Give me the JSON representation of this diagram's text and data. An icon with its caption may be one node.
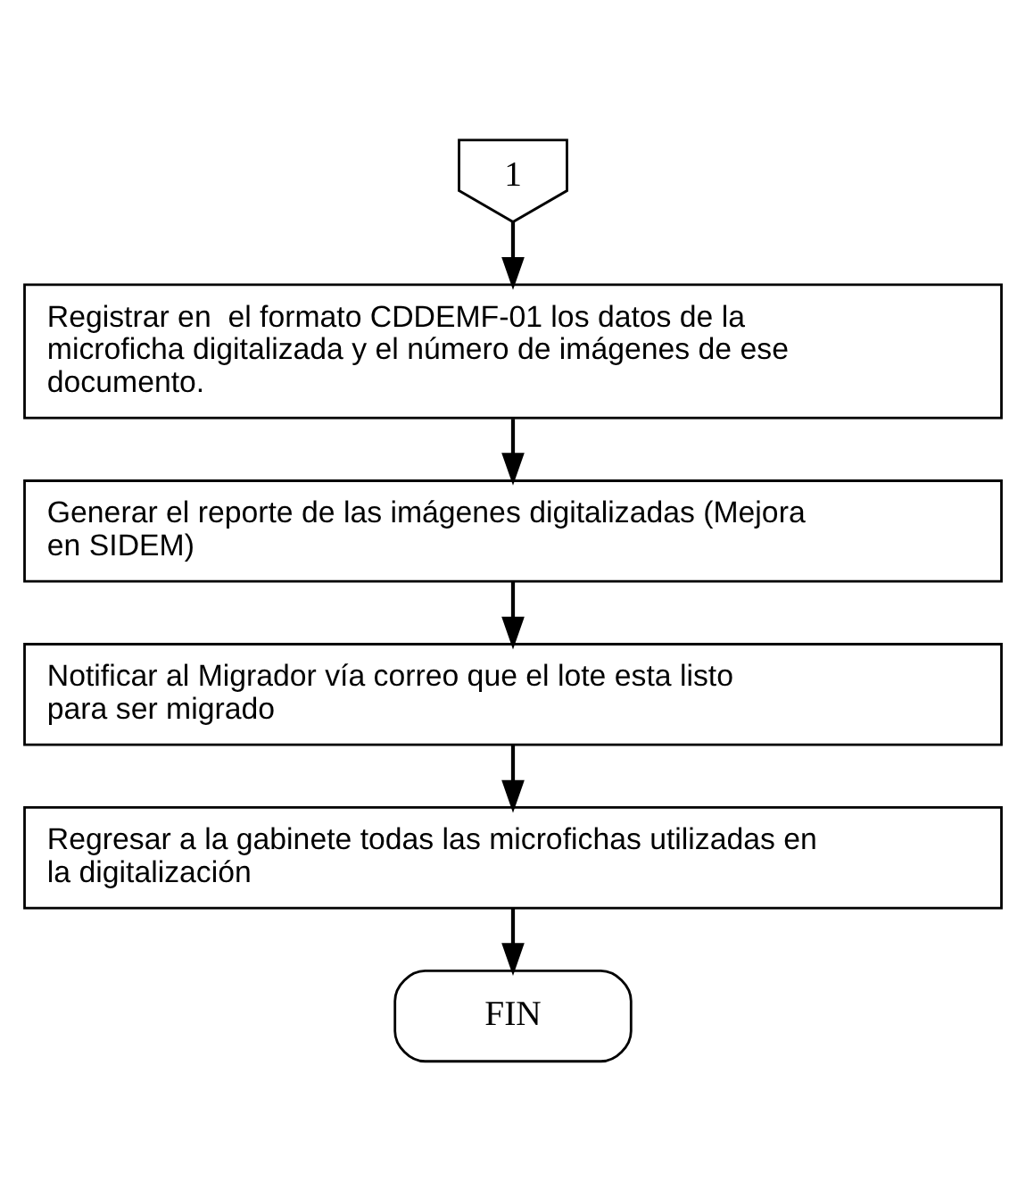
{
  "diagram": {
    "nodes": [
      {
        "text": [
          "1"
        ]
      },
      {
        "text": [
          "Registrar en  el formato CDDEMF-01 los datos de la microficha digitalizada y el número de imágenes de ese documento."
        ]
      },
      {
        "text": [
          "Generar el reporte de las imágenes digitalizadas (Mejora en SIDEM)"
        ]
      },
      {
        "text": [
          "Notificar al Migrador vía correo que el lote esta listo para ser migrado"
        ]
      },
      {
        "text": [
          "Regresar a la gabinete todas las microfichas utilizadas en la digitalización"
        ]
      },
      {
        "text": [
          "FIN"
        ]
      }
    ],
    "edges": [
      {
        "from": 0,
        "to": 1,
        "arrow": "to"
      },
      {
        "from": 1,
        "to": 2,
        "arrow": "to"
      },
      {
        "from": 2,
        "to": 3,
        "arrow": "to"
      },
      {
        "from": 3,
        "to": 4,
        "arrow": "to"
      },
      {
        "from": 4,
        "to": 5,
        "arrow": "to"
      }
    ]
  }
}
